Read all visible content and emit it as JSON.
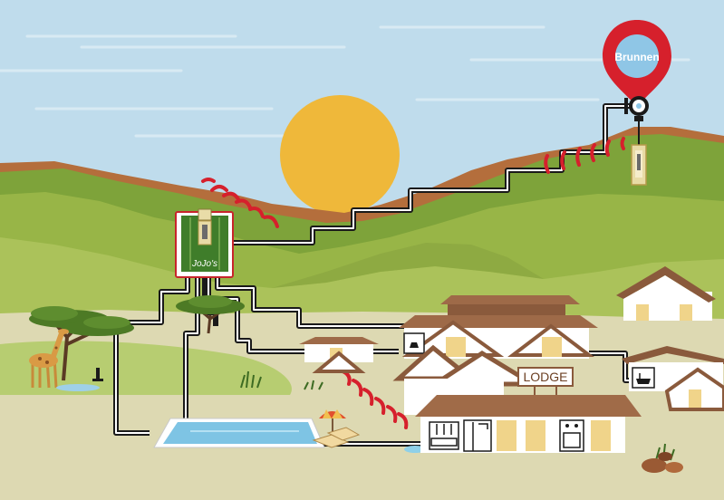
{
  "labels": {
    "well": "Brunnen",
    "tank_brand": "JoJo's",
    "lodge_sign": "LODGE"
  },
  "colors": {
    "sky": "#b9d7ea",
    "sun": "#f0b93b",
    "pin": "#d6202c",
    "pin_inner": "#8fc6e6",
    "tank_green": "#3f7d2a",
    "tank_frame": "#c8242b",
    "signal": "#d6202c",
    "pipe": "#1a1a1a",
    "ground": "#dcd9b4",
    "roof": "#8a5a3c",
    "wall": "#f7e8b8",
    "pool": "#7ec4e4"
  },
  "icons": [
    "map-pin-icon",
    "pump-icon",
    "water-tank-icon",
    "signal-waves-icon",
    "toilet-icon",
    "bathtub-icon",
    "shower-icon",
    "stove-icon",
    "fridge-icon",
    "radiator-icon",
    "umbrella-icon",
    "giraffe-icon",
    "tree-icon"
  ]
}
